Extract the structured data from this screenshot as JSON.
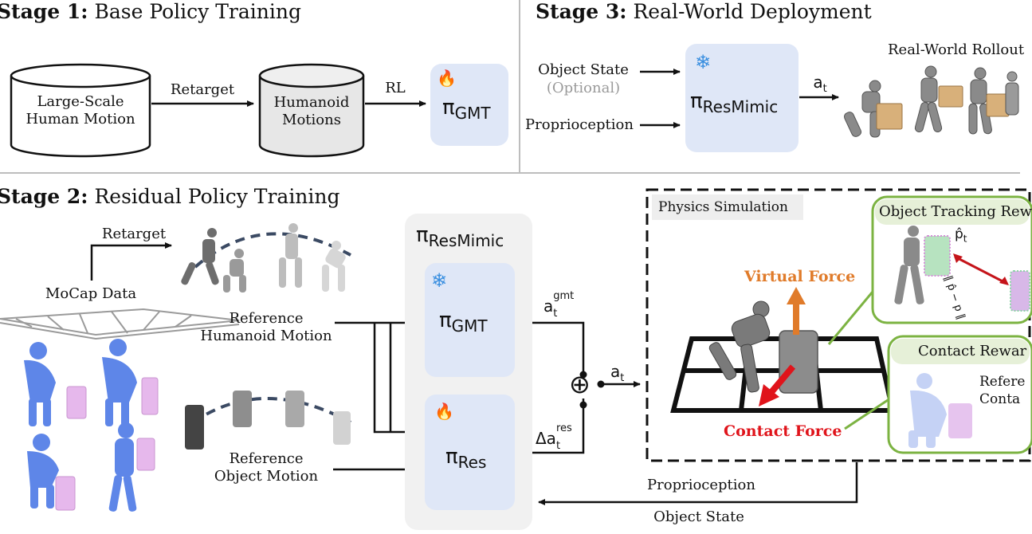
{
  "stage1": {
    "title_bold": "Stage 1:",
    "title_rest": "Base Policy Training",
    "db1_line1": "Large-Scale",
    "db1_line2": "Human Motion",
    "retarget": "Retarget",
    "db2_line1": "Humanoid",
    "db2_line2": "Motions",
    "rl": "RL",
    "policy_pi": "π",
    "policy_sub": "GMT"
  },
  "stage3": {
    "title_bold": "Stage 3:",
    "title_rest": "Real-World Deployment",
    "object_state": "Object State",
    "optional": "(Optional)",
    "proprioception": "Proprioception",
    "policy_pi": "π",
    "policy_sub": "ResMimic",
    "action": "a",
    "action_sub": "t",
    "rollout": "Real-World Rollout"
  },
  "stage2": {
    "title_bold": "Stage 2:",
    "title_rest": "Residual Policy Training",
    "retarget": "Retarget",
    "mocap": "MoCap Data",
    "ref_human_1": "Reference",
    "ref_human_2": "Humanoid Motion",
    "ref_obj_1": "Reference",
    "ref_obj_2": "Object Motion",
    "outer_pi": "π",
    "outer_sub": "ResMimic",
    "gmt_pi": "π",
    "gmt_sub": "GMT",
    "res_pi": "π",
    "res_sub": "Res",
    "a_gmt": "a",
    "a_gmt_sup": "gmt",
    "a_gmt_sub": "t",
    "delta_a": "Δa",
    "delta_sup": "res",
    "delta_sub": "t",
    "oplus": "⊕",
    "a_t": "a",
    "a_t_sub": "t",
    "physics": "Physics Simulation",
    "virtual_force": "Virtual Force",
    "contact_force": "Contact Force",
    "tracking_reward": "Object Tracking Rew",
    "p_hat": "p̂",
    "p_sub": "t",
    "norm_expr": "‖ p̂ − p ‖",
    "contact_reward": "Contact Rewar",
    "refer_1": "Refere",
    "refer_2": "Conta",
    "proprioception": "Proprioception",
    "object_state": "Object State"
  },
  "icons": {
    "fire": "fire-icon",
    "snowflake": "snowflake-icon"
  },
  "colors": {
    "policy_box": "#dfe7f7",
    "outer_box": "#f1f1f1",
    "virtual_force": "#e07b2a",
    "contact_force": "#e0141b",
    "reward_green": "#7cb342",
    "snow_blue": "#3a8fe0",
    "dashed_navy": "#3b4a63"
  }
}
